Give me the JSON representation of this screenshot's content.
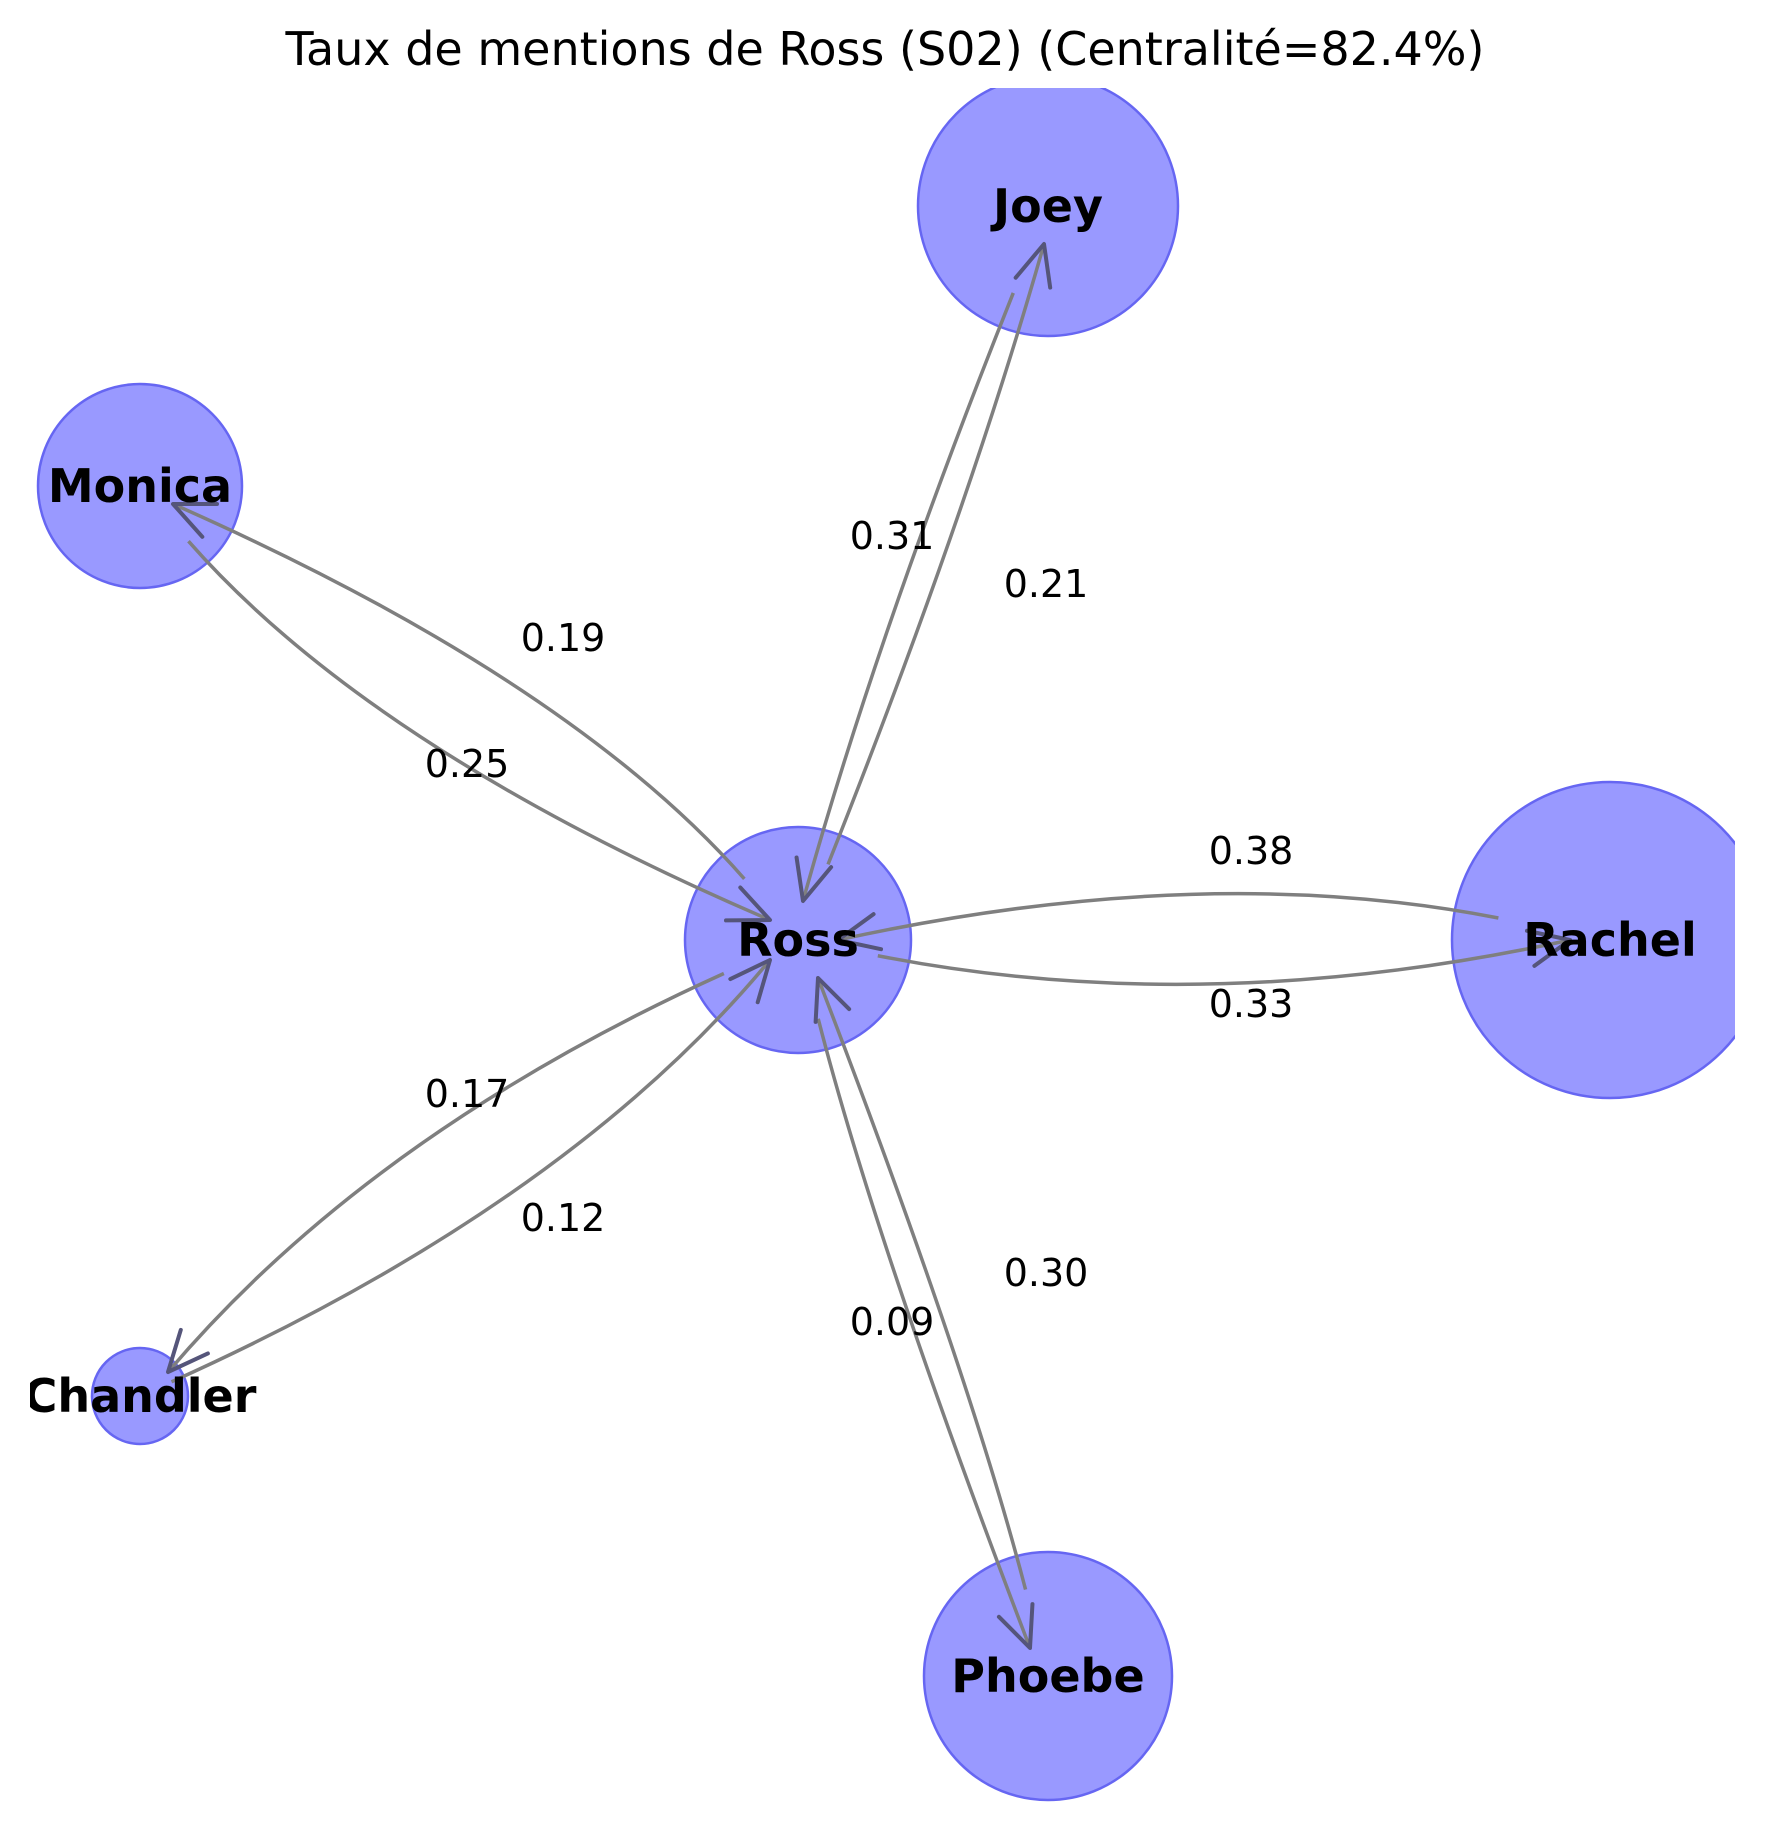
{
  "title": "Taux de mentions de Ross (S02) (Centralité=82.4%)",
  "colors": {
    "node_fill": "#9999ff",
    "node_stroke": "#6666f2",
    "edge": "#7f7f7f",
    "arrow": "#55557a",
    "text": "#000000"
  },
  "nodes": [
    {
      "id": "ross",
      "label": "Ross"
    },
    {
      "id": "joey",
      "label": "Joey"
    },
    {
      "id": "monica",
      "label": "Monica"
    },
    {
      "id": "rachel",
      "label": "Rachel"
    },
    {
      "id": "chandler",
      "label": "Chandler"
    },
    {
      "id": "phoebe",
      "label": "Phoebe"
    }
  ],
  "edges": [
    {
      "from": "ross",
      "to": "joey",
      "weight": "0.21"
    },
    {
      "from": "joey",
      "to": "ross",
      "weight": "0.31"
    },
    {
      "from": "ross",
      "to": "monica",
      "weight": "0.19"
    },
    {
      "from": "monica",
      "to": "ross",
      "weight": "0.25"
    },
    {
      "from": "ross",
      "to": "rachel",
      "weight": "0.33"
    },
    {
      "from": "rachel",
      "to": "ross",
      "weight": "0.38"
    },
    {
      "from": "ross",
      "to": "chandler",
      "weight": "0.17"
    },
    {
      "from": "chandler",
      "to": "ross",
      "weight": "0.12"
    },
    {
      "from": "ross",
      "to": "phoebe",
      "weight": "0.09"
    },
    {
      "from": "phoebe",
      "to": "ross",
      "weight": "0.30"
    }
  ]
}
